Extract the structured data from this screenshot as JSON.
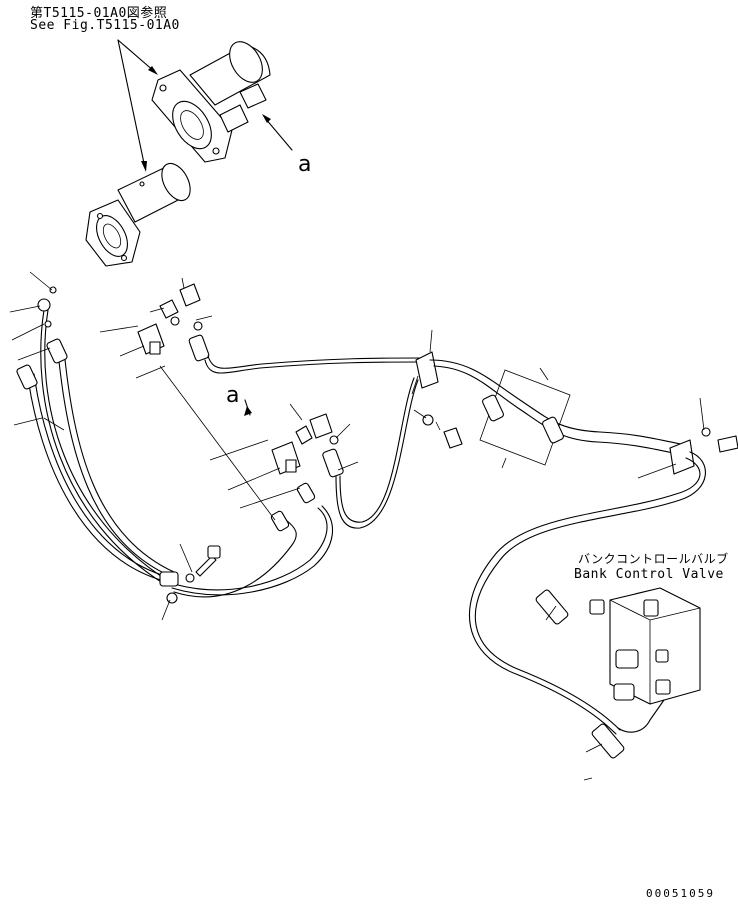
{
  "reference": {
    "jp": "第T5115-01A0図参照",
    "en": "See Fig.T5115-01A0"
  },
  "section_labels": {
    "a_top": "a",
    "a_mid": "a"
  },
  "bank_control_valve": {
    "jp": "バンクコントロールバルブ",
    "en": "Bank Control Valve"
  },
  "drawing_number": "00051059",
  "colors": {
    "line": "#000000",
    "background": "#ffffff"
  }
}
